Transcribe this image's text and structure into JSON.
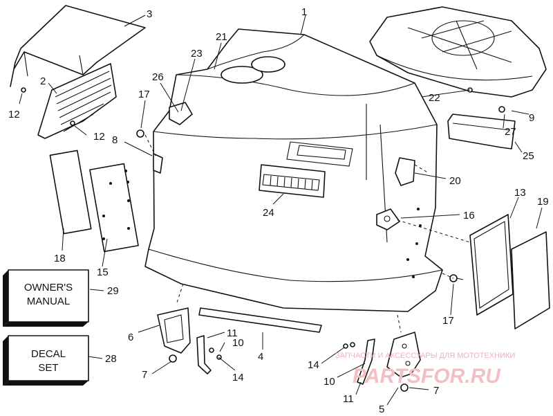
{
  "labels": {
    "l1": "1",
    "l2": "2",
    "l3": "3",
    "l4": "4",
    "l5": "5",
    "l6": "6",
    "l7a": "7",
    "l7b": "7",
    "l8": "8",
    "l9": "9",
    "l10a": "10",
    "l10b": "10",
    "l11a": "11",
    "l11b": "11",
    "l12a": "12",
    "l12b": "12",
    "l13": "13",
    "l14a": "14",
    "l14b": "14",
    "l15": "15",
    "l16": "16",
    "l17a": "17",
    "l17b": "17",
    "l18": "18",
    "l19": "19",
    "l20": "20",
    "l21": "21",
    "l22": "22",
    "l23": "23",
    "l24": "24",
    "l25": "25",
    "l26": "26",
    "l27": "27",
    "l28": "28",
    "l29": "29"
  },
  "boxes": {
    "manual_line1": "OWNER'S",
    "manual_line2": "MANUAL",
    "decal_line1": "DECAL",
    "decal_line2": "SET"
  },
  "watermark": {
    "line1": "ЗАПЧАСТИ И АКСЕССУАРЫ ДЛЯ МОТОТЕХНИКИ",
    "line2": "PARTSFOR.RU"
  }
}
